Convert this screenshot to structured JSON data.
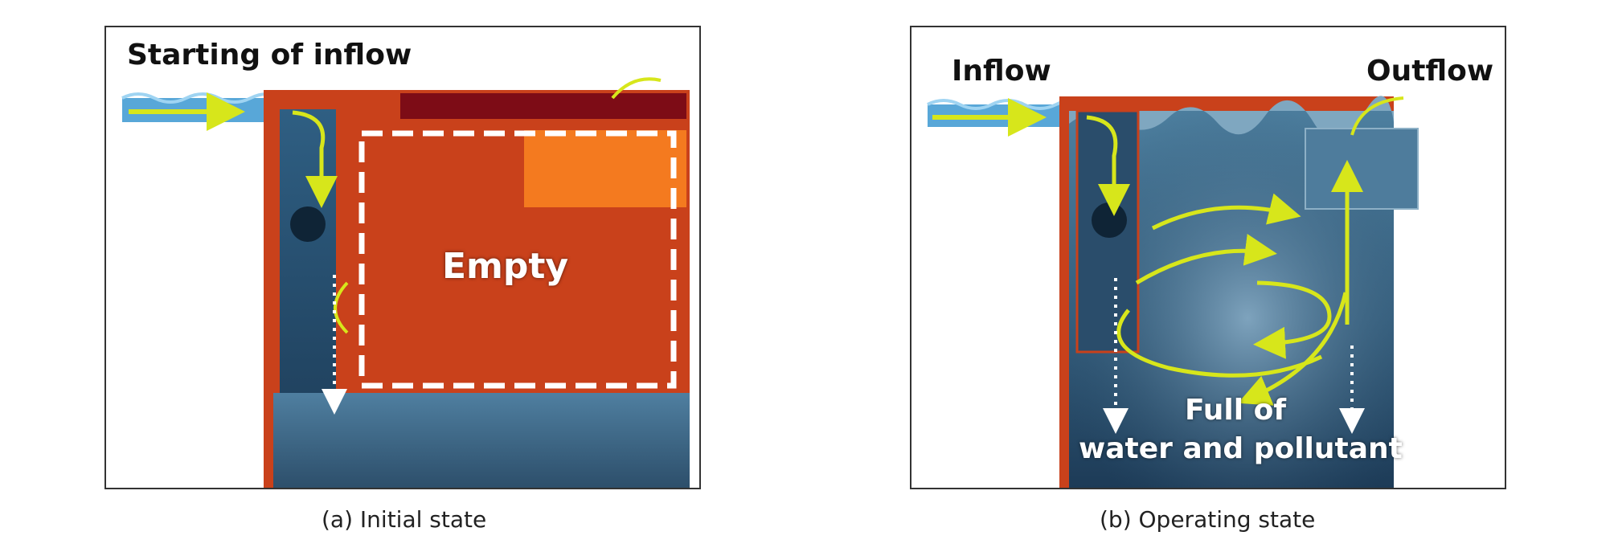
{
  "panels": [
    {
      "title": "Starting of inflow",
      "center_label": "Empty",
      "caption": "(a) Initial state"
    },
    {
      "inflow_label": "Inflow",
      "outflow_label": "Outflow",
      "content_label_line1": "Full of",
      "content_label_line2": "water and pollutant",
      "caption": "(b) Operating state"
    }
  ],
  "colors": {
    "tank_wall": "#c9411b",
    "dark_red_cover": "#7d0c16",
    "orange_block": "#f47a1f",
    "flow_arrow": "#d7e61b",
    "water_blue": "#3b6f95",
    "water_dark": "#1b3c5a"
  },
  "icons": [
    "flow-arrow-icon",
    "dotted-arrow-icon",
    "swirl-arrow-icon"
  ]
}
